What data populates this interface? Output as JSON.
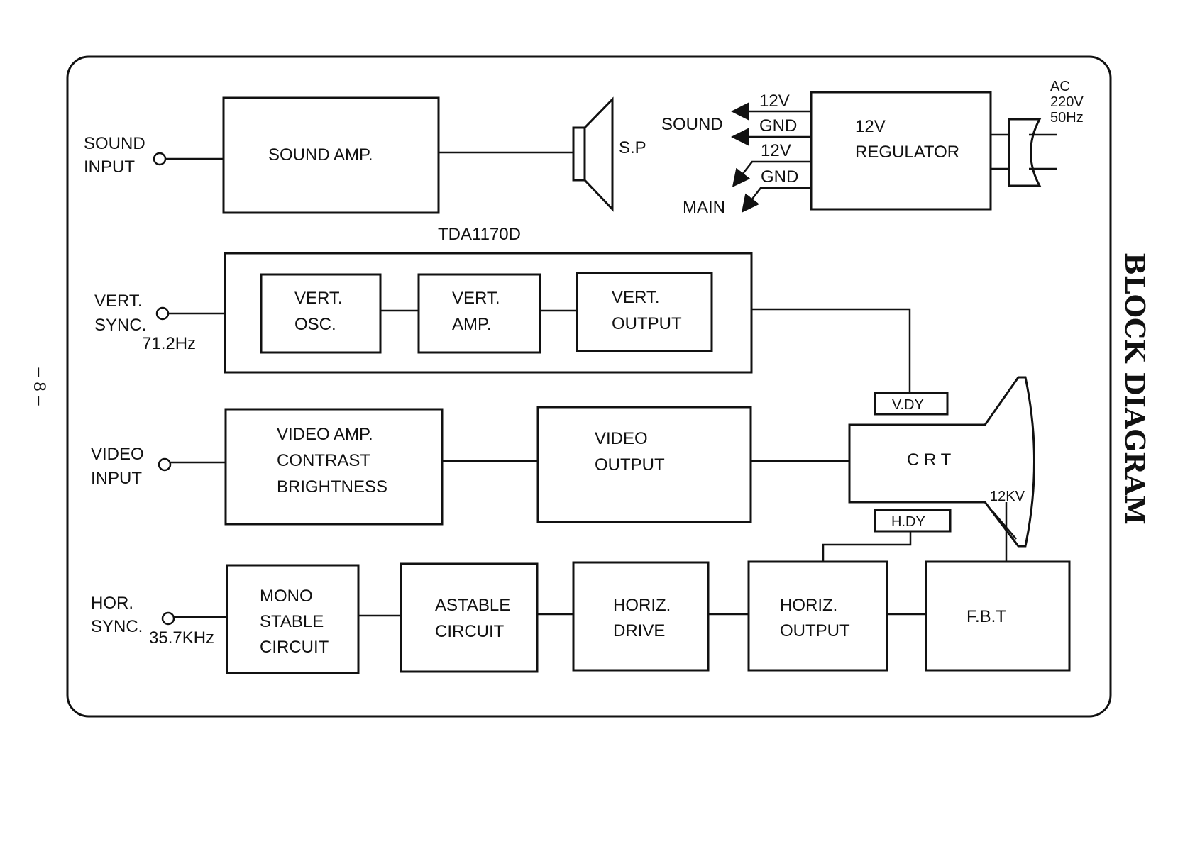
{
  "title": "BLOCK DIAGRAM",
  "page_number": "– 8 –",
  "inputs": {
    "sound": [
      "SOUND",
      "INPUT"
    ],
    "vert": [
      "VERT.",
      "SYNC."
    ],
    "vert_freq": "71.2Hz",
    "video": [
      "VIDEO",
      "INPUT"
    ],
    "hor": [
      "HOR.",
      "SYNC."
    ],
    "hor_freq": "35.7KHz"
  },
  "blocks": {
    "sound_amp": "SOUND AMP.",
    "speaker": "S.P",
    "chip": "TDA1170D",
    "vert_osc": [
      "VERT.",
      "OSC."
    ],
    "vert_amp": [
      "VERT.",
      "AMP."
    ],
    "vert_output": [
      "VERT.",
      "OUTPUT"
    ],
    "video_amp": [
      "VIDEO AMP.",
      "CONTRAST",
      "BRIGHTNESS"
    ],
    "video_output": [
      "VIDEO",
      "OUTPUT"
    ],
    "crt": "C R T",
    "vdy": "V.DY",
    "hdy": "H.DY",
    "hv": "12KV",
    "mono": [
      "MONO",
      "STABLE",
      "CIRCUIT"
    ],
    "astable": [
      "ASTABLE",
      "CIRCUIT"
    ],
    "horiz_drive": [
      "HORIZ.",
      "DRIVE"
    ],
    "horiz_output": [
      "HORIZ.",
      "OUTPUT"
    ],
    "fbt": "F.B.T"
  },
  "regulator": {
    "name": [
      "12V",
      "REGULATOR"
    ],
    "sound_label": "SOUND",
    "main_label": "MAIN",
    "outs": [
      "12V",
      "GND",
      "12V",
      "GND"
    ],
    "ac": [
      "AC",
      "220V",
      "50Hz"
    ]
  }
}
